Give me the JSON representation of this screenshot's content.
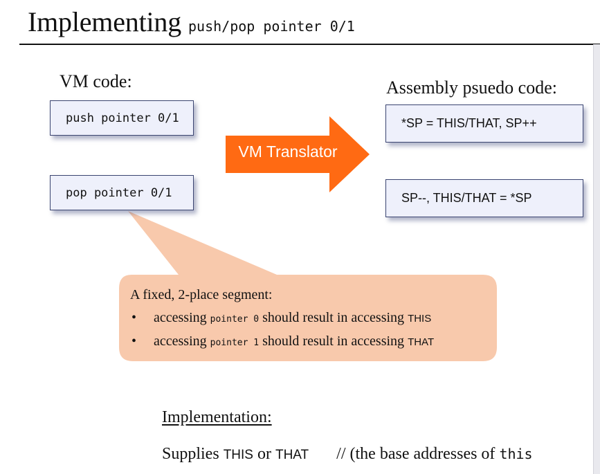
{
  "title": {
    "main": "Implementing",
    "code": "push/pop pointer 0/1"
  },
  "vm_section": {
    "label": "VM code:",
    "push_code": "push pointer 0/1",
    "pop_code": "pop pointer 0/1"
  },
  "translator": {
    "label": "VM Translator",
    "color": "#ff6a13"
  },
  "assembly_section": {
    "label": "Assembly psuedo code:",
    "push_asm": "*SP = THIS/THAT, SP++",
    "pop_asm": "SP--, THIS/THAT = *SP"
  },
  "callout": {
    "heading": "A fixed, 2-place segment:",
    "bullet_symbol": "•",
    "lines": [
      {
        "prefix": "accessing",
        "code": "pointer 0",
        "middle": "should result in accessing",
        "target": "THIS"
      },
      {
        "prefix": "accessing",
        "code": "pointer 1",
        "middle": "should result in accessing",
        "target": "THAT"
      }
    ],
    "fill_color": "#f8c9ac"
  },
  "implementation": {
    "heading": "Implementation:",
    "supplies": "Supplies",
    "this_word": "THIS",
    "or_word": "or",
    "that_word": "THAT",
    "comment_text": "// (the base addresses of",
    "comment_code": "this"
  }
}
